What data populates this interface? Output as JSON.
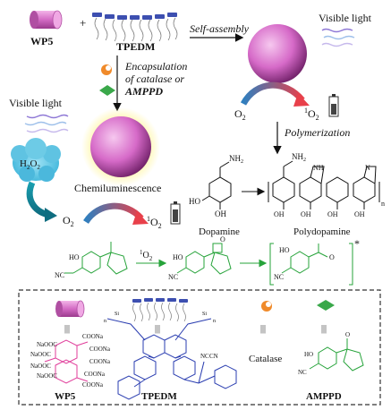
{
  "top": {
    "wp5_label": "WP5",
    "plus": "+",
    "tpedm_label": "TPEDM",
    "self_assembly": "Self-assembly",
    "visible_light_top": "Visible light",
    "o2_top": "O",
    "o2_top_sub": "2",
    "singlet_o2_top_sup": "1",
    "singlet_o2_top": "O",
    "singlet_o2_top_sub": "2"
  },
  "encapsulation": {
    "line1": "Encapsulation",
    "line2": "of catalase or",
    "line3": "AMPPD"
  },
  "left_panel": {
    "visible_light": "Visible light",
    "h2o2": "H",
    "h2o2_sub1": "2",
    "h2o2_mid": "O",
    "h2o2_sub2": "2",
    "chemiluminescence": "Chemiluminescence",
    "o2": "O",
    "o2_sub": "2",
    "singlet_sup": "1",
    "singlet": "O",
    "singlet_sub": "2"
  },
  "polymerization": {
    "label": "Polymerization",
    "dopamine": "Dopamine",
    "polydopamine": "Polydopamine",
    "nh2_a": "NH",
    "nh2_a_sub": "2",
    "nh2_b": "NH",
    "nh2_b_sub": "2",
    "oh": "OH",
    "ho": "HO",
    "nh": "NH",
    "n": "N",
    "n_index": "n"
  },
  "reaction": {
    "reagent_sup": "1",
    "reagent": "O",
    "reagent_sub": "2",
    "ho": "HO",
    "nc": "NC",
    "o": "O",
    "star": "*"
  },
  "legend": {
    "equiv": "|||",
    "wp5": "WP5",
    "tpedm": "TPEDM",
    "catalase": "Catalase",
    "amppd": "AMPPD",
    "naooc": "NaOOC",
    "coona": "COONa",
    "o": "O",
    "ho": "HO",
    "nc": "NC",
    "cn": "CN",
    "si": "Si",
    "sub_n": "n"
  }
}
